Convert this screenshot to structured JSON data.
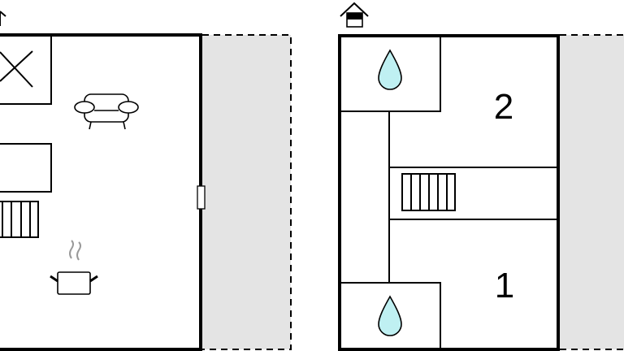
{
  "floor_plan": {
    "colors": {
      "outdoor_area": "#e4e4e4",
      "water": "#bff0f2",
      "wall": "#000000",
      "steam": "#999999"
    },
    "upper_floor": {
      "icon": "house-upper-floor-icon",
      "rooms": [
        {
          "label": "2",
          "type": "bedroom"
        },
        {
          "label": "1",
          "type": "bedroom"
        }
      ],
      "bathroom_icons": [
        "water-drop-icon",
        "water-drop-icon"
      ],
      "stairs_icon": "stairs-icon"
    },
    "ground_floor": {
      "icons": [
        "floor-arrow-icon",
        "cross-box-icon",
        "armchair-icon",
        "stairs-icon",
        "cooking-pot-icon",
        "door-icon"
      ]
    }
  }
}
